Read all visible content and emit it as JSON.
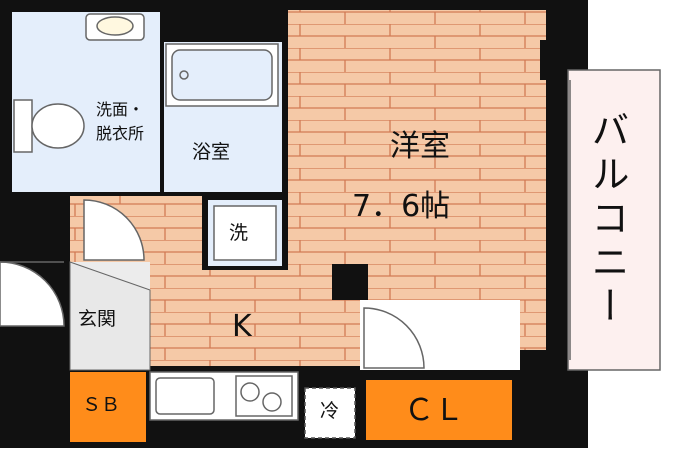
{
  "rooms": {
    "washroom": "洗面・\n脱衣所",
    "bath": "浴室",
    "washer": "洗",
    "western_room": "洋室",
    "western_size": "7．6帖",
    "kitchen": "K",
    "entrance": "玄関",
    "shoe_box": "ＳＢ",
    "fridge": "冷",
    "closet": "ＣＬ",
    "balcony": "バルコニー"
  },
  "colors": {
    "wall": "#111111",
    "floor_wood": "#f5c9a7",
    "floor_line": "#d27a54",
    "tile": "#e4eefb",
    "storage": "#ff8c1a",
    "balcony": "#fdf0ef"
  }
}
